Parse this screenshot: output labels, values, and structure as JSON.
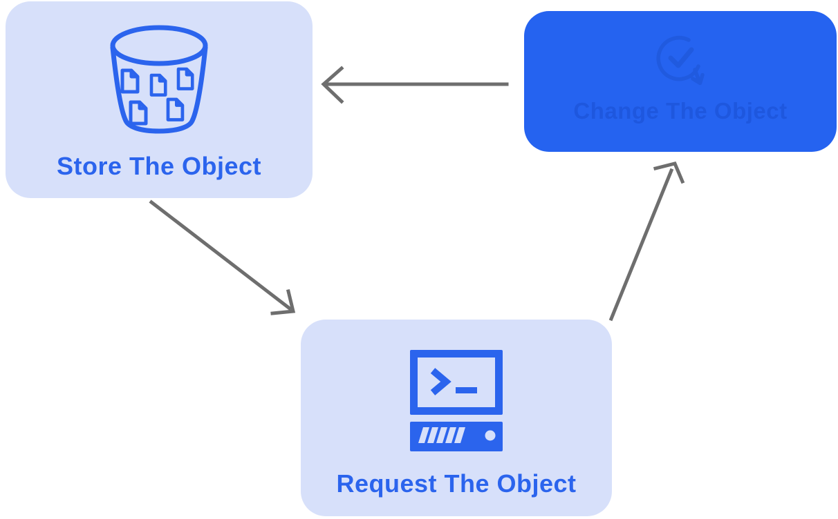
{
  "diagram": {
    "nodes": {
      "store": {
        "label": "Store The Object",
        "icon": "bucket-documents-icon",
        "style": "light"
      },
      "change": {
        "label": "Change The Object",
        "icon": "sync-check-icon",
        "style": "solid"
      },
      "request": {
        "label": "Request The Object",
        "icon": "terminal-computer-icon",
        "style": "light"
      }
    },
    "edges": [
      {
        "from": "change",
        "to": "store",
        "direction": "left"
      },
      {
        "from": "store",
        "to": "request",
        "direction": "down-right"
      },
      {
        "from": "request",
        "to": "change",
        "direction": "up-right"
      }
    ],
    "colors": {
      "light_node_bg": "#D7E0FA",
      "solid_node_bg": "#2563F0",
      "accent_blue": "#2B64ED",
      "solid_node_label": "#1D55DA",
      "arrow_gray": "#6E6E6E",
      "page_bg": "#FFFFFF"
    }
  }
}
